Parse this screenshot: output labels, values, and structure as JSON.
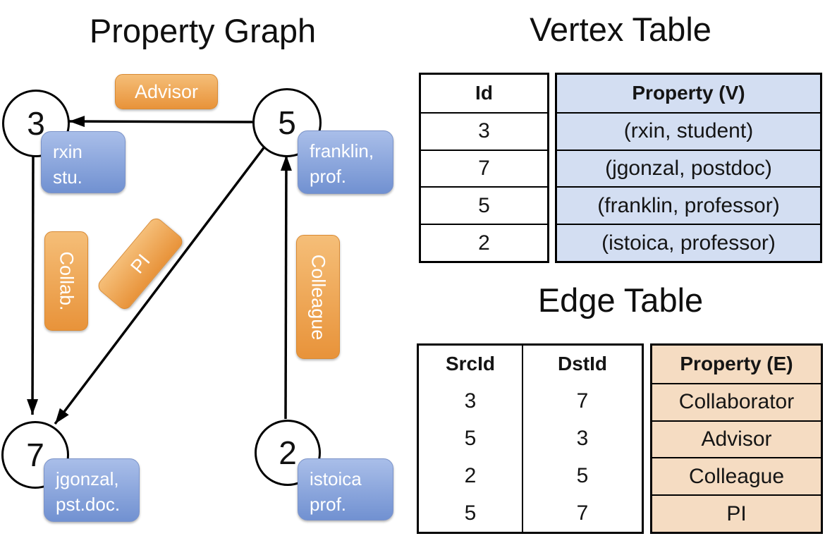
{
  "colors": {
    "edge_label_orange_top": "#F5BE78",
    "edge_label_orange_bottom": "#E8933A",
    "vertex_label_blue_top": "#A9BEE9",
    "vertex_label_blue_bottom": "#7191D1",
    "vertex_table_cell_bg": "#D3DEF2",
    "edge_table_cell_bg": "#F5DCC2"
  },
  "graph": {
    "title": "Property Graph",
    "nodes": [
      {
        "id": "3",
        "attr_line1": "rxin",
        "attr_line2": "stu."
      },
      {
        "id": "5",
        "attr_line1": "franklin,",
        "attr_line2": "prof."
      },
      {
        "id": "7",
        "attr_line1": "jgonzal,",
        "attr_line2": "pst.doc."
      },
      {
        "id": "2",
        "attr_line1": "istoica",
        "attr_line2": "prof."
      }
    ],
    "edge_labels": {
      "advisor": "Advisor",
      "collab": "Collab.",
      "pi": "PI",
      "colleague": "Colleague"
    }
  },
  "vertex_table": {
    "title": "Vertex Table",
    "id_header": "Id",
    "property_header": "Property (V)",
    "rows": [
      {
        "id": "3",
        "property": "(rxin, student)"
      },
      {
        "id": "7",
        "property": "(jgonzal, postdoc)"
      },
      {
        "id": "5",
        "property": "(franklin, professor)"
      },
      {
        "id": "2",
        "property": "(istoica, professor)"
      }
    ]
  },
  "edge_table": {
    "title": "Edge Table",
    "src_header": "SrcId",
    "dst_header": "DstId",
    "property_header": "Property (E)",
    "rows": [
      {
        "src": "3",
        "dst": "7",
        "property": "Collaborator"
      },
      {
        "src": "5",
        "dst": "3",
        "property": "Advisor"
      },
      {
        "src": "2",
        "dst": "5",
        "property": "Colleague"
      },
      {
        "src": "5",
        "dst": "7",
        "property": "PI"
      }
    ]
  }
}
